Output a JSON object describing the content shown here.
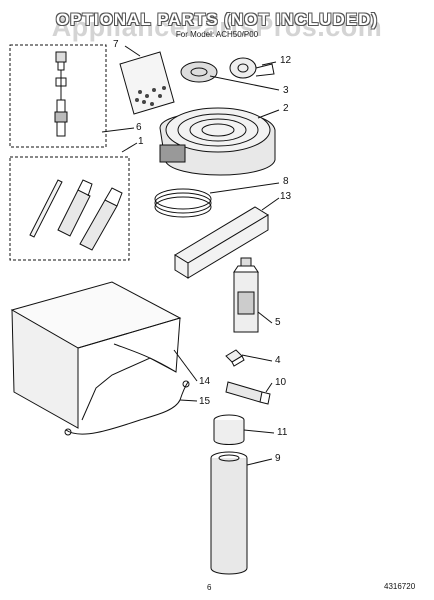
{
  "header": {
    "title": "OPTIONAL PARTS (NOT INCLUDED)",
    "subtitle": "For Model: ACH50/P00",
    "watermark": "AppliancePartsPros.com"
  },
  "callouts": [
    "7",
    "12",
    "3",
    "2",
    "6",
    "1",
    "8",
    "13",
    "5",
    "4",
    "10",
    "14",
    "15",
    "11",
    "9"
  ],
  "footer": {
    "page_number": "6",
    "document_number": "4316720"
  }
}
